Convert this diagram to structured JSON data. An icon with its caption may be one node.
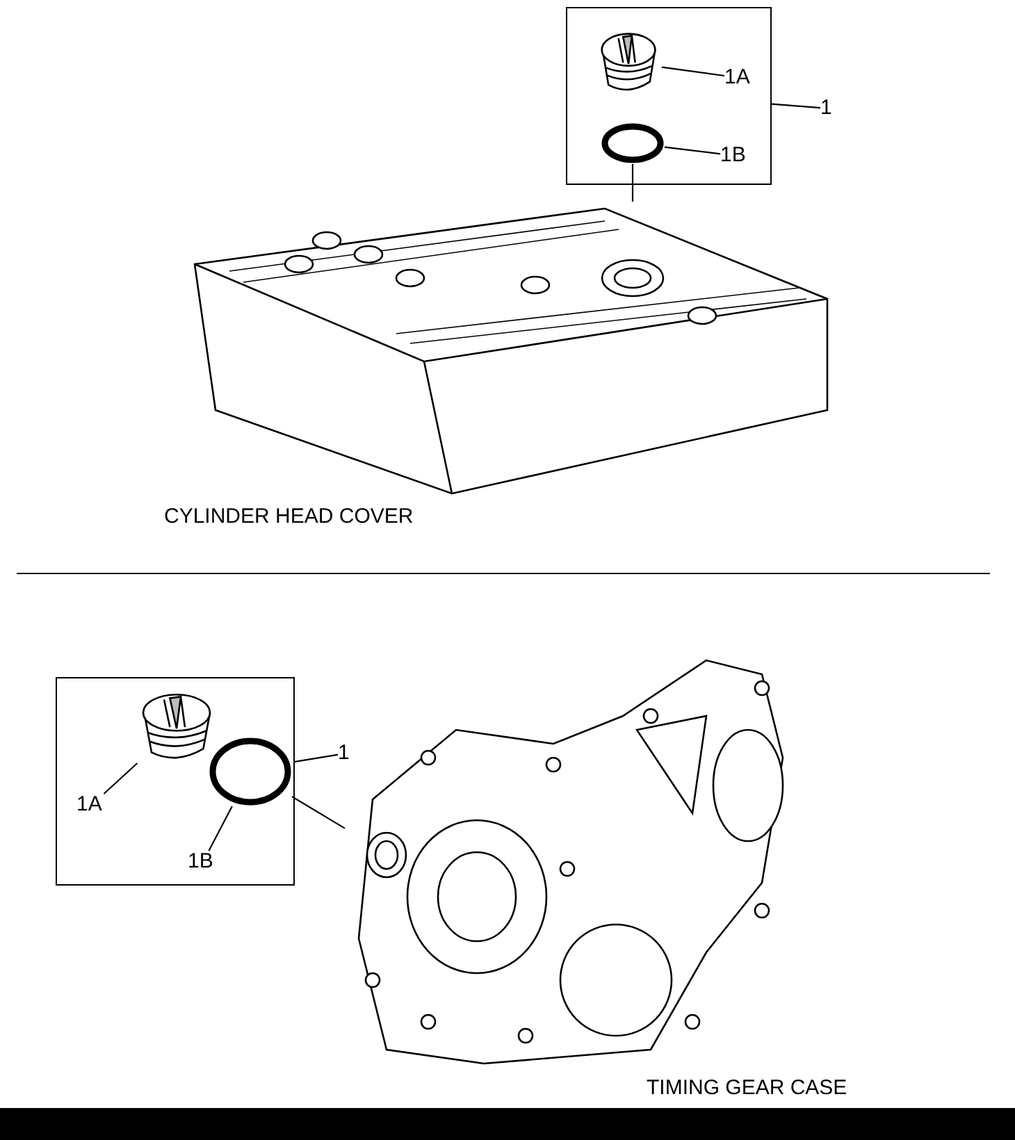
{
  "diagram": {
    "nodes": [
      {
        "text": [],
        "shape": "box"
      },
      {
        "text": [],
        "shape": "picture",
        "in": 0
      },
      {
        "text": [],
        "shape": "circle",
        "in": 0
      },
      {
        "text": [
          "1A"
        ],
        "in": 0
      },
      {
        "text": [
          "1B"
        ],
        "in": 0
      },
      {
        "text": [
          "1"
        ]
      },
      {
        "text": [],
        "shape": "picture",
        "beside": [
          "CYLINDER HEAD COVER"
        ]
      },
      {
        "text": [],
        "shape": "box"
      },
      {
        "text": [],
        "shape": "picture",
        "in": 7
      },
      {
        "text": [],
        "shape": "circle",
        "in": 7
      },
      {
        "text": [
          "1A"
        ],
        "in": 7
      },
      {
        "text": [
          "1B"
        ],
        "in": 7
      },
      {
        "text": [
          "1"
        ]
      },
      {
        "text": [],
        "shape": "picture",
        "beside": [
          "TIMING GEAR CASE"
        ]
      }
    ],
    "edges": [
      {
        "from": 3,
        "to": 1,
        "arrow": "none"
      },
      {
        "from": 4,
        "to": 2,
        "arrow": "none"
      },
      {
        "from": 5,
        "to": 0,
        "arrow": "none"
      },
      {
        "from": 2,
        "to": 6,
        "arrow": "none"
      },
      {
        "from": 10,
        "to": 8,
        "arrow": "none"
      },
      {
        "from": 11,
        "to": 9,
        "arrow": "none"
      },
      {
        "from": 12,
        "to": 7,
        "arrow": "none"
      },
      {
        "from": 9,
        "to": 13,
        "arrow": "none"
      }
    ]
  }
}
